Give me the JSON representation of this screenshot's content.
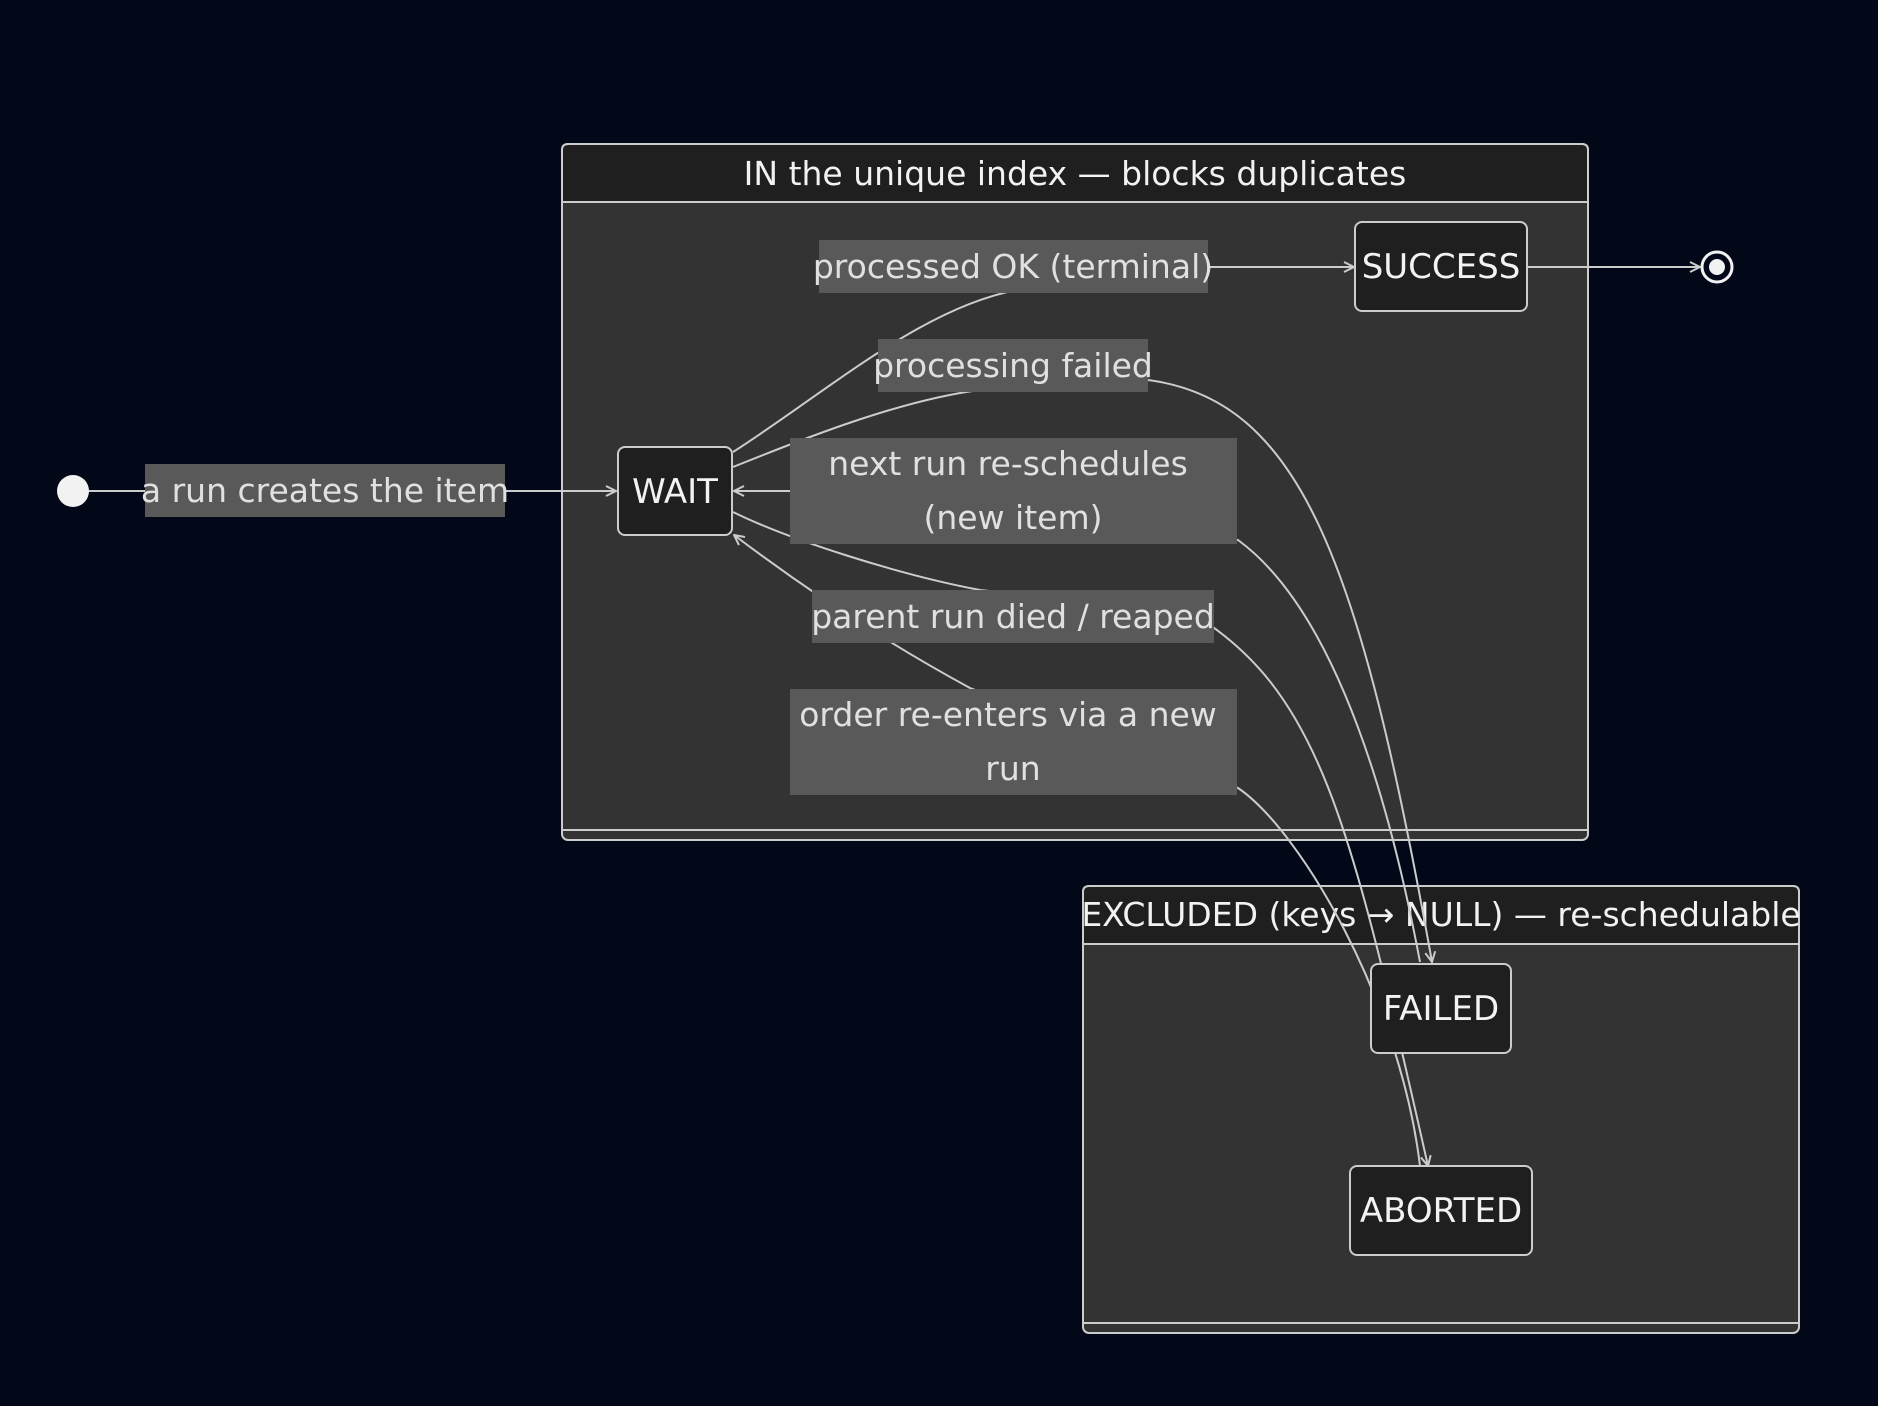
{
  "clusters": {
    "in_index": {
      "title": "IN the unique index — blocks duplicates"
    },
    "excluded": {
      "title": "EXCLUDED (keys → NULL) — re-schedulable"
    }
  },
  "states": {
    "wait": "WAIT",
    "success": "SUCCESS",
    "failed": "FAILED",
    "aborted": "ABORTED"
  },
  "transitions": {
    "start": "a run creates the item",
    "processed_ok": "processed OK (terminal)",
    "processing_failed": "processing failed",
    "reschedule_line1": "next run re-schedules",
    "reschedule_line2": "(new item)",
    "parent_died": "parent run died / reaped",
    "reenter_line1": "order re-enters via a new",
    "reenter_line2": "run"
  },
  "colors": {
    "background": "#020817",
    "cluster_fill": "#333333",
    "node_fill": "#1f1f1f",
    "label_fill": "#595959",
    "stroke": "#cccccc"
  }
}
